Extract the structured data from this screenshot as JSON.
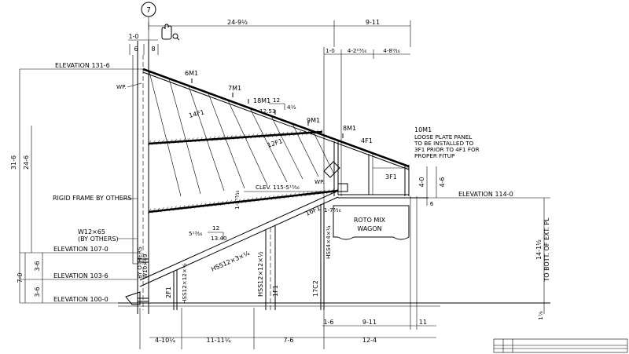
{
  "grid_bubble": "7",
  "dims_top": {
    "overall": "24-9½",
    "right_span": "9-11",
    "col_left": "1-0",
    "col_a": "6",
    "col_b": "8",
    "r1": "1-0",
    "r2": "4-2¹³⁄₁₆",
    "r3": "4-8⁹⁄₁₆"
  },
  "elevations": {
    "e131": "ELEVATION 131-6",
    "e114": "ELEVATION 114-0",
    "e107": "ELEVATION 107-0",
    "e103": "ELEVATION 103-6",
    "e100": "ELEVATION 100-0",
    "clev": "CLEV. 115-5¹³⁄₁₆"
  },
  "dims_left": {
    "d316": "31-6",
    "d246": "24-6",
    "d70": "7-0",
    "d36a": "3-6",
    "d36b": "3-6"
  },
  "dims_bottom": {
    "b1": "4-10¼",
    "b2": "11-11¼",
    "b3": "7-6",
    "b4": "12-4",
    "lower_a": "1-6",
    "lower_b": "9-11",
    "lower_c": "11"
  },
  "dims_right": {
    "d40": "4-0",
    "d46": "4-6",
    "d6": "6",
    "d1412": "14-1½",
    "bott_note": "TO BOTT. OF EXT. PL",
    "d114": "1⅞"
  },
  "members": {
    "m6": "6M1",
    "m7": "7M1",
    "m18": "18M1",
    "m9": "9M1",
    "m8": "8M1",
    "m10": "10M1",
    "f14": "14F1",
    "f12": "12F1",
    "f4": "4F1",
    "f3": "3F1",
    "f16": "16F1",
    "f2": "2F1",
    "f1": "1F1",
    "c17": "17C2",
    "hss1": "HSS12×12×½",
    "hss2": "HSS12×3×¼",
    "hss3": "HSS12×12×½",
    "hss4": "HSS4×4×¼",
    "col_side": "BY OTHERS",
    "col_side2": "W10×49"
  },
  "slopes": {
    "s1_rise": "12",
    "s1_run": "4½",
    "s1_ext": "12.53",
    "s2_rise": "12",
    "s2_run": "5¹³⁄₁₆",
    "s2_ext": "13.40"
  },
  "notes": {
    "wp1": "WP.",
    "wp2": "WP.",
    "rigid": "RIGID FRAME BY OTHERS",
    "w12": "W12×65",
    "w12_others": "(BY OTHERS)",
    "roto1": "ROTO MIX",
    "roto2": "WAGON",
    "loose1": "LOOSE PLATE PANEL",
    "loose2": "TO BE INSTALLED TO",
    "loose3": "3F1 PRIOR TO 4F1 FOR",
    "loose4": "PROPER FITUP",
    "d1": "1-5¹³⁄₁₆",
    "d2": "1-7³⁄₁₆"
  }
}
